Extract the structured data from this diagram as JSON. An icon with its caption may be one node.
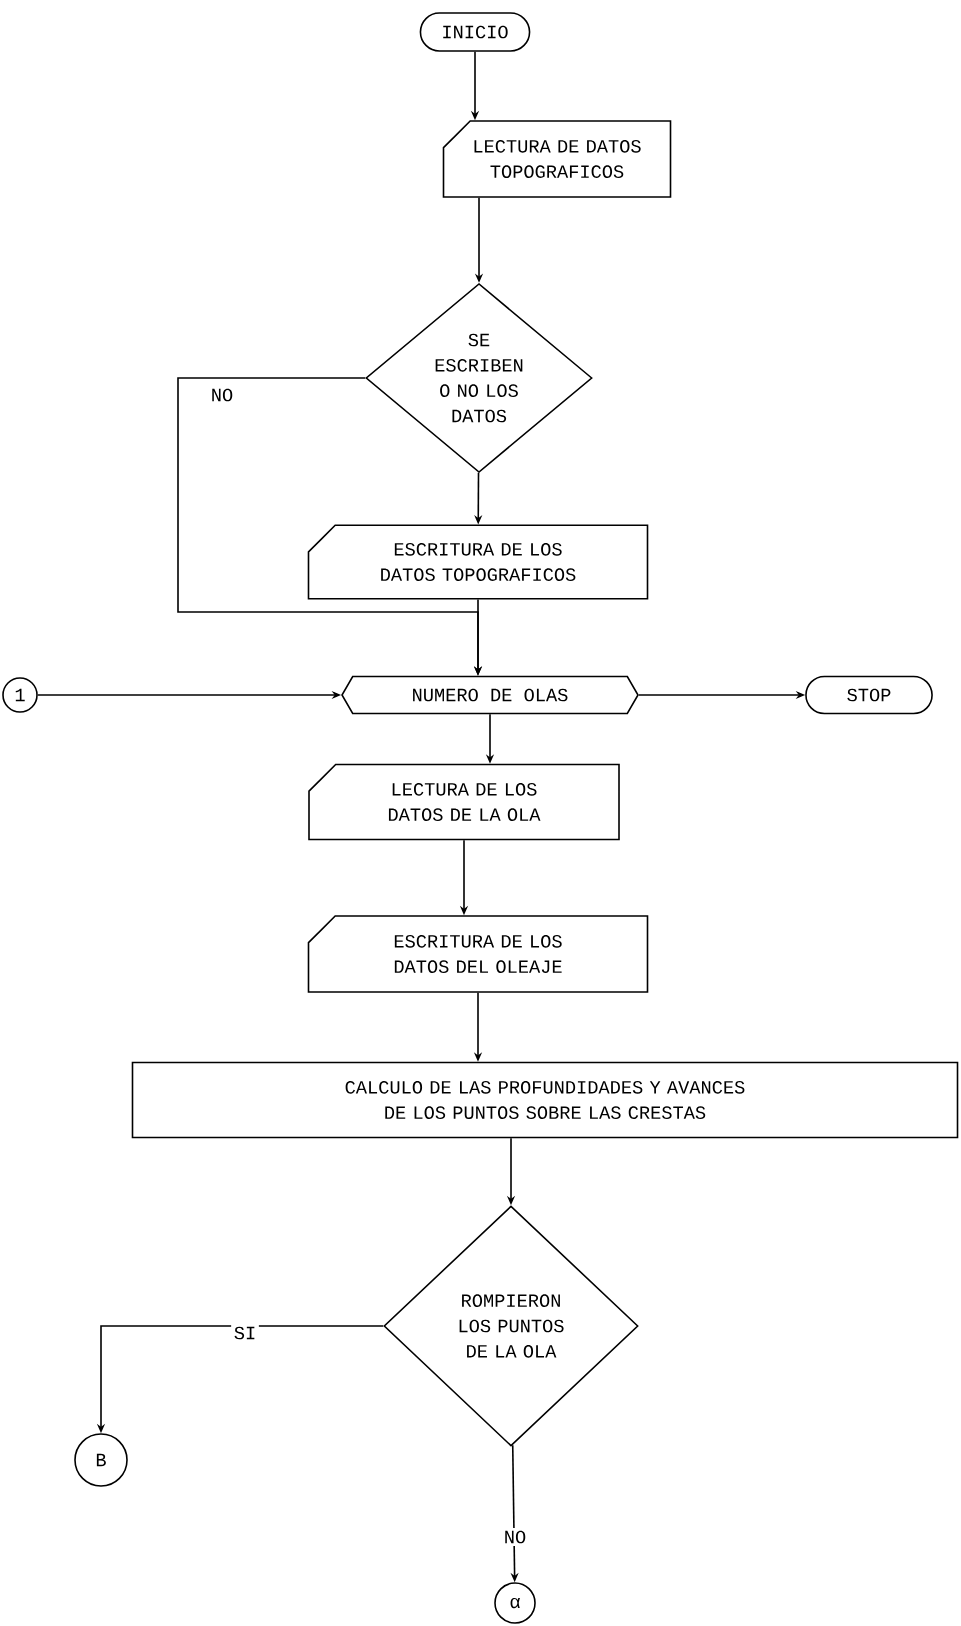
{
  "diagram": {
    "nodes": [
      {
        "text": [
          "INICIO"
        ]
      },
      {
        "text": [
          "LECTURA DE DATOS TOPOGRAFICOS"
        ]
      },
      {
        "text": [
          "SE ESCRIBEN O NO LOS DATOS"
        ]
      },
      {
        "text": [
          "ESCRITURA DE LOS DATOS TOPOGRAFICOS"
        ]
      },
      {
        "text": [
          "1"
        ]
      },
      {
        "text": [
          "NUMERO DE OLAS"
        ]
      },
      {
        "text": [
          "STOP"
        ]
      },
      {
        "text": [
          "LECTURA DE LOS DATOS DE LA OLA"
        ]
      },
      {
        "text": [
          "ESCRITURA DE LOS DATOS DEL OLEAJE"
        ]
      },
      {
        "text": [
          "CALCULO DE LAS PROFUNDIDADES Y AVANCES DE LOS PUNTOS SOBRE LAS CRESTAS"
        ]
      },
      {
        "text": [
          "ROMPIERON LOS PUNTOS DE LA OLA"
        ]
      },
      {
        "text": [
          "B"
        ]
      },
      {
        "text": [
          "α"
        ]
      }
    ],
    "edges": [
      {
        "from": 0,
        "to": 1,
        "arrow": "to"
      },
      {
        "from": 1,
        "to": 2,
        "arrow": "to"
      },
      {
        "from": 2,
        "to": 3,
        "arrow": "to"
      },
      {
        "from": 2,
        "to": 5,
        "arrow": "to",
        "label": "NO"
      },
      {
        "from": 3,
        "to": 5,
        "arrow": "to"
      },
      {
        "from": 4,
        "to": 5,
        "arrow": "to"
      },
      {
        "from": 5,
        "to": 6,
        "arrow": "to"
      },
      {
        "from": 5,
        "to": 7,
        "arrow": "to"
      },
      {
        "from": 7,
        "to": 8,
        "arrow": "to"
      },
      {
        "from": 8,
        "to": 9,
        "arrow": "to"
      },
      {
        "from": 9,
        "to": 10,
        "arrow": "to"
      },
      {
        "from": 10,
        "to": 11,
        "arrow": "to",
        "label": "SI"
      },
      {
        "from": 10,
        "to": 12,
        "arrow": "to",
        "label": "NO"
      }
    ]
  }
}
